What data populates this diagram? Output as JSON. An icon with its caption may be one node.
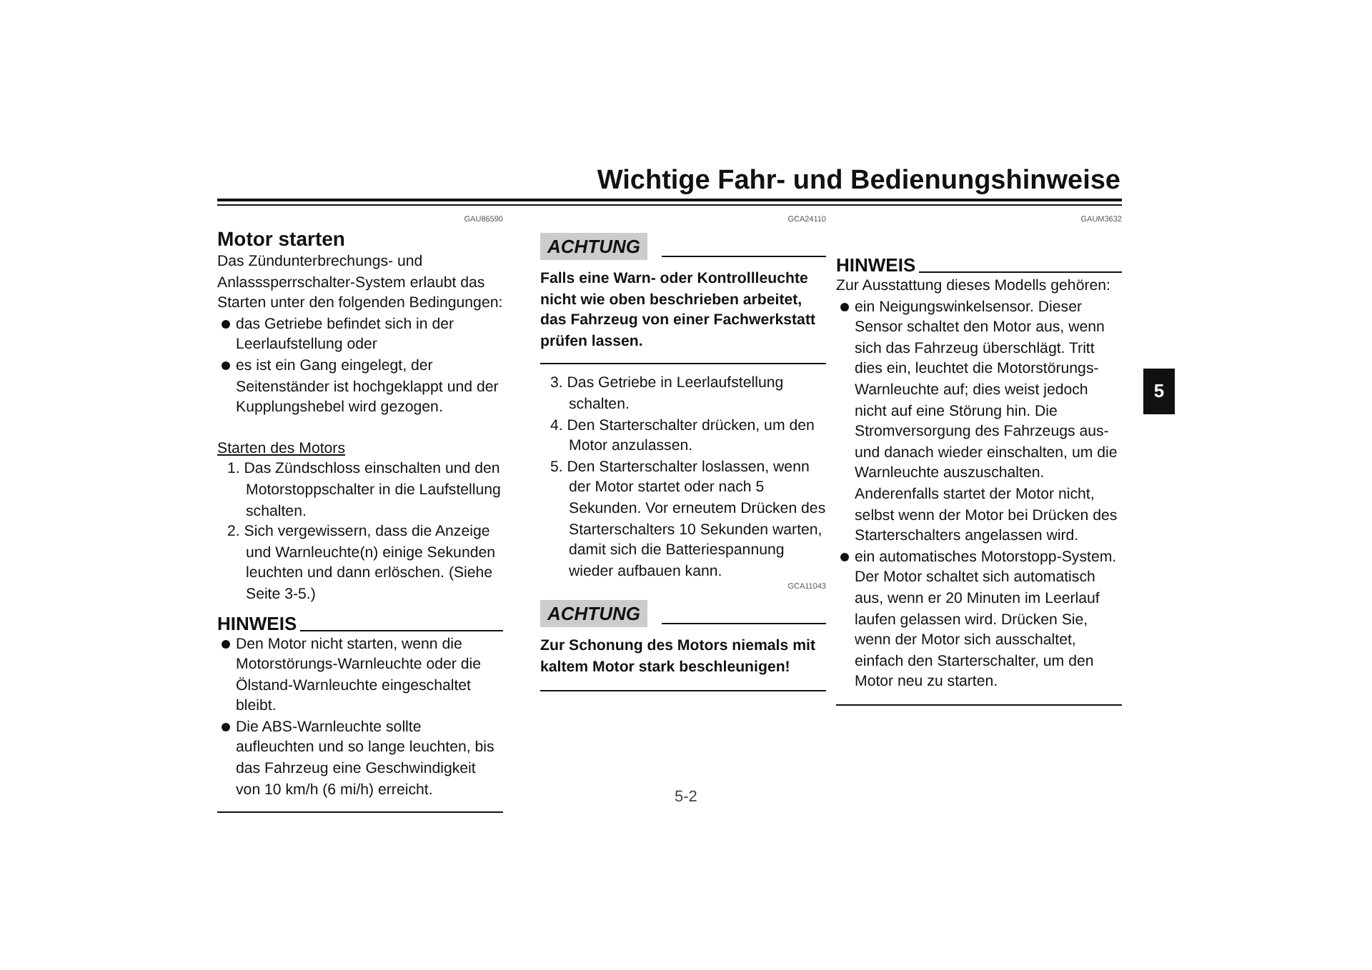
{
  "diagram": {
    "title": "Wichtige Fahr- und Bedienungshinweise",
    "labels": [
      "5",
      "5-2",
      "GAU86590",
      "Motor starten",
      "Das Zündunterbrechungs- und Anlasssperrschalter-System erlaubt das Starten unter den folgenden Bedingungen:",
      "das Getriebe befindet sich in der Leerlaufstellung oder",
      "es ist ein Gang eingelegt, der Seitenständer ist hochgeklappt und der Kupplungshebel wird gezogen.",
      "Starten des Motors",
      "1. Das Zündschloss einschalten und den Motorstoppschalter in die Laufstellung schalten.",
      "2. Sich vergewissern, dass die Anzeige und Warnleuchte(n) einige Sekunden leuchten und dann erlöschen. (Siehe Seite 3-5.)",
      "HINWEIS",
      "Den Motor nicht starten, wenn die Motorstörungs-Warnleuchte oder die Ölstand-Warnleuchte eingeschaltet bleibt.",
      "Die ABS-Warnleuchte sollte aufleuchten und so lange leuchten, bis das Fahrzeug eine Geschwindigkeit von 10 km/h (6 mi/h) erreicht.",
      "GCA24110",
      "ACHTUNG",
      "Falls eine Warn- oder Kontrollleuchte nicht wie oben beschrieben arbeitet, das Fahrzeug von einer Fachwerkstatt prüfen lassen.",
      "3. Das Getriebe in Leerlaufstellung schalten.",
      "4. Den Starterschalter drücken, um den Motor anzulassen.",
      "5. Den Starterschalter loslassen, wenn der Motor startet oder nach 5 Sekunden. Vor erneutem Drücken des Starterschalters 10 Sekunden warten, damit sich die Batteriespannung wieder aufbauen kann.",
      "GCA11043",
      "ACHTUNG",
      "Zur Schonung des Motors niemals mit kaltem Motor stark beschleunigen!",
      "GAUM3632",
      "HINWEIS",
      "Zur Ausstattung dieses Modells gehören:",
      "ein Neigungswinkelsensor. Dieser Sensor schaltet den Motor aus, wenn sich das Fahrzeug überschlägt. Tritt dies ein, leuchtet die Motorstörungs-Warnleuchte auf; dies weist jedoch nicht auf eine Störung hin. Die Stromversorgung des Fahrzeugs aus- und danach wieder einschalten, um die Warnleuchte auszuschalten. Anderenfalls startet der Motor nicht, selbst wenn der Motor bei Drücken des Starterschalters angelassen wird.",
      "ein automatisches Motorstopp-System. Der Motor schaltet sich automatisch aus, wenn er 20 Minuten im Leerlauf laufen gelassen wird. Drücken Sie, wenn der Motor sich ausschaltet, einfach den Starterschalter, um den Motor neu zu starten."
    ]
  }
}
